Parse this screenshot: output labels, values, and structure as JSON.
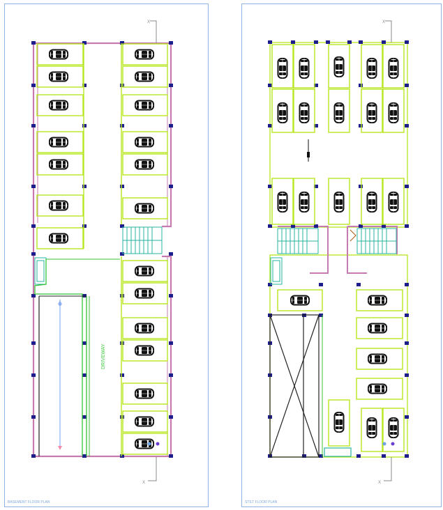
{
  "sheets": [
    {
      "id": "left",
      "label": "BASEMENT FLOOR PLAN"
    },
    {
      "id": "right",
      "label": "STILT FLOOR PLAN"
    }
  ],
  "annotations": {
    "driveway": "DRIVEWAY",
    "axis_mark": "X"
  },
  "colors": {
    "sheet_border": "#8fb3e0",
    "wall": "#c77ab0",
    "parking_bay": "#b6e61c",
    "column": "#1d1d8c",
    "car": "#111111",
    "stair": "#26b5a0",
    "driveway_edge": "#34c234",
    "dimension": "#8ab0f0"
  }
}
